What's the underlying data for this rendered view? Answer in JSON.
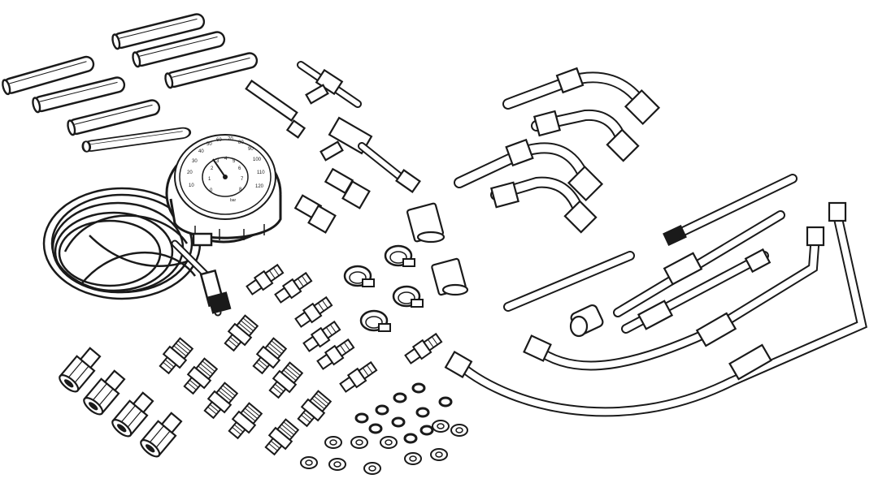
{
  "illustration": {
    "stroke_color": "#1a1a1a",
    "fill_color": "#ffffff",
    "dark_fill": "#1a1a1a"
  },
  "gauge": {
    "unit_inner": "bar",
    "outer_ticks": [
      "10",
      "20",
      "30",
      "40",
      "50",
      "60",
      "70",
      "80",
      "90",
      "100",
      "110",
      "120"
    ],
    "inner_ticks": [
      "0",
      "1",
      "2",
      "3",
      "4",
      "5",
      "6",
      "7",
      "8"
    ]
  }
}
